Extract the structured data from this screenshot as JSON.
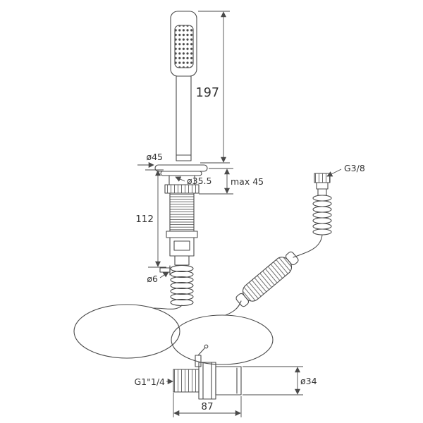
{
  "diagram": {
    "type": "technical-dimension-drawing",
    "subject": "deck-mounted hand shower with pull-out hose, spring guide, hose weight and inlet elbow",
    "colors": {
      "line": "#4a4a4a",
      "text": "#333333",
      "background": "#ffffff"
    },
    "labels": {
      "wand_length": "197",
      "flange_diameter": "ø45",
      "escutcheon_diameter": "ø35.5",
      "max_deck_thickness": "max 45",
      "under_deck_length": "112",
      "pin_diameter": "ø6",
      "hose_connection": "G3/8",
      "inlet_connection": "G1\"1/4",
      "elbow_diameter": "ø34",
      "elbow_length": "87"
    }
  }
}
